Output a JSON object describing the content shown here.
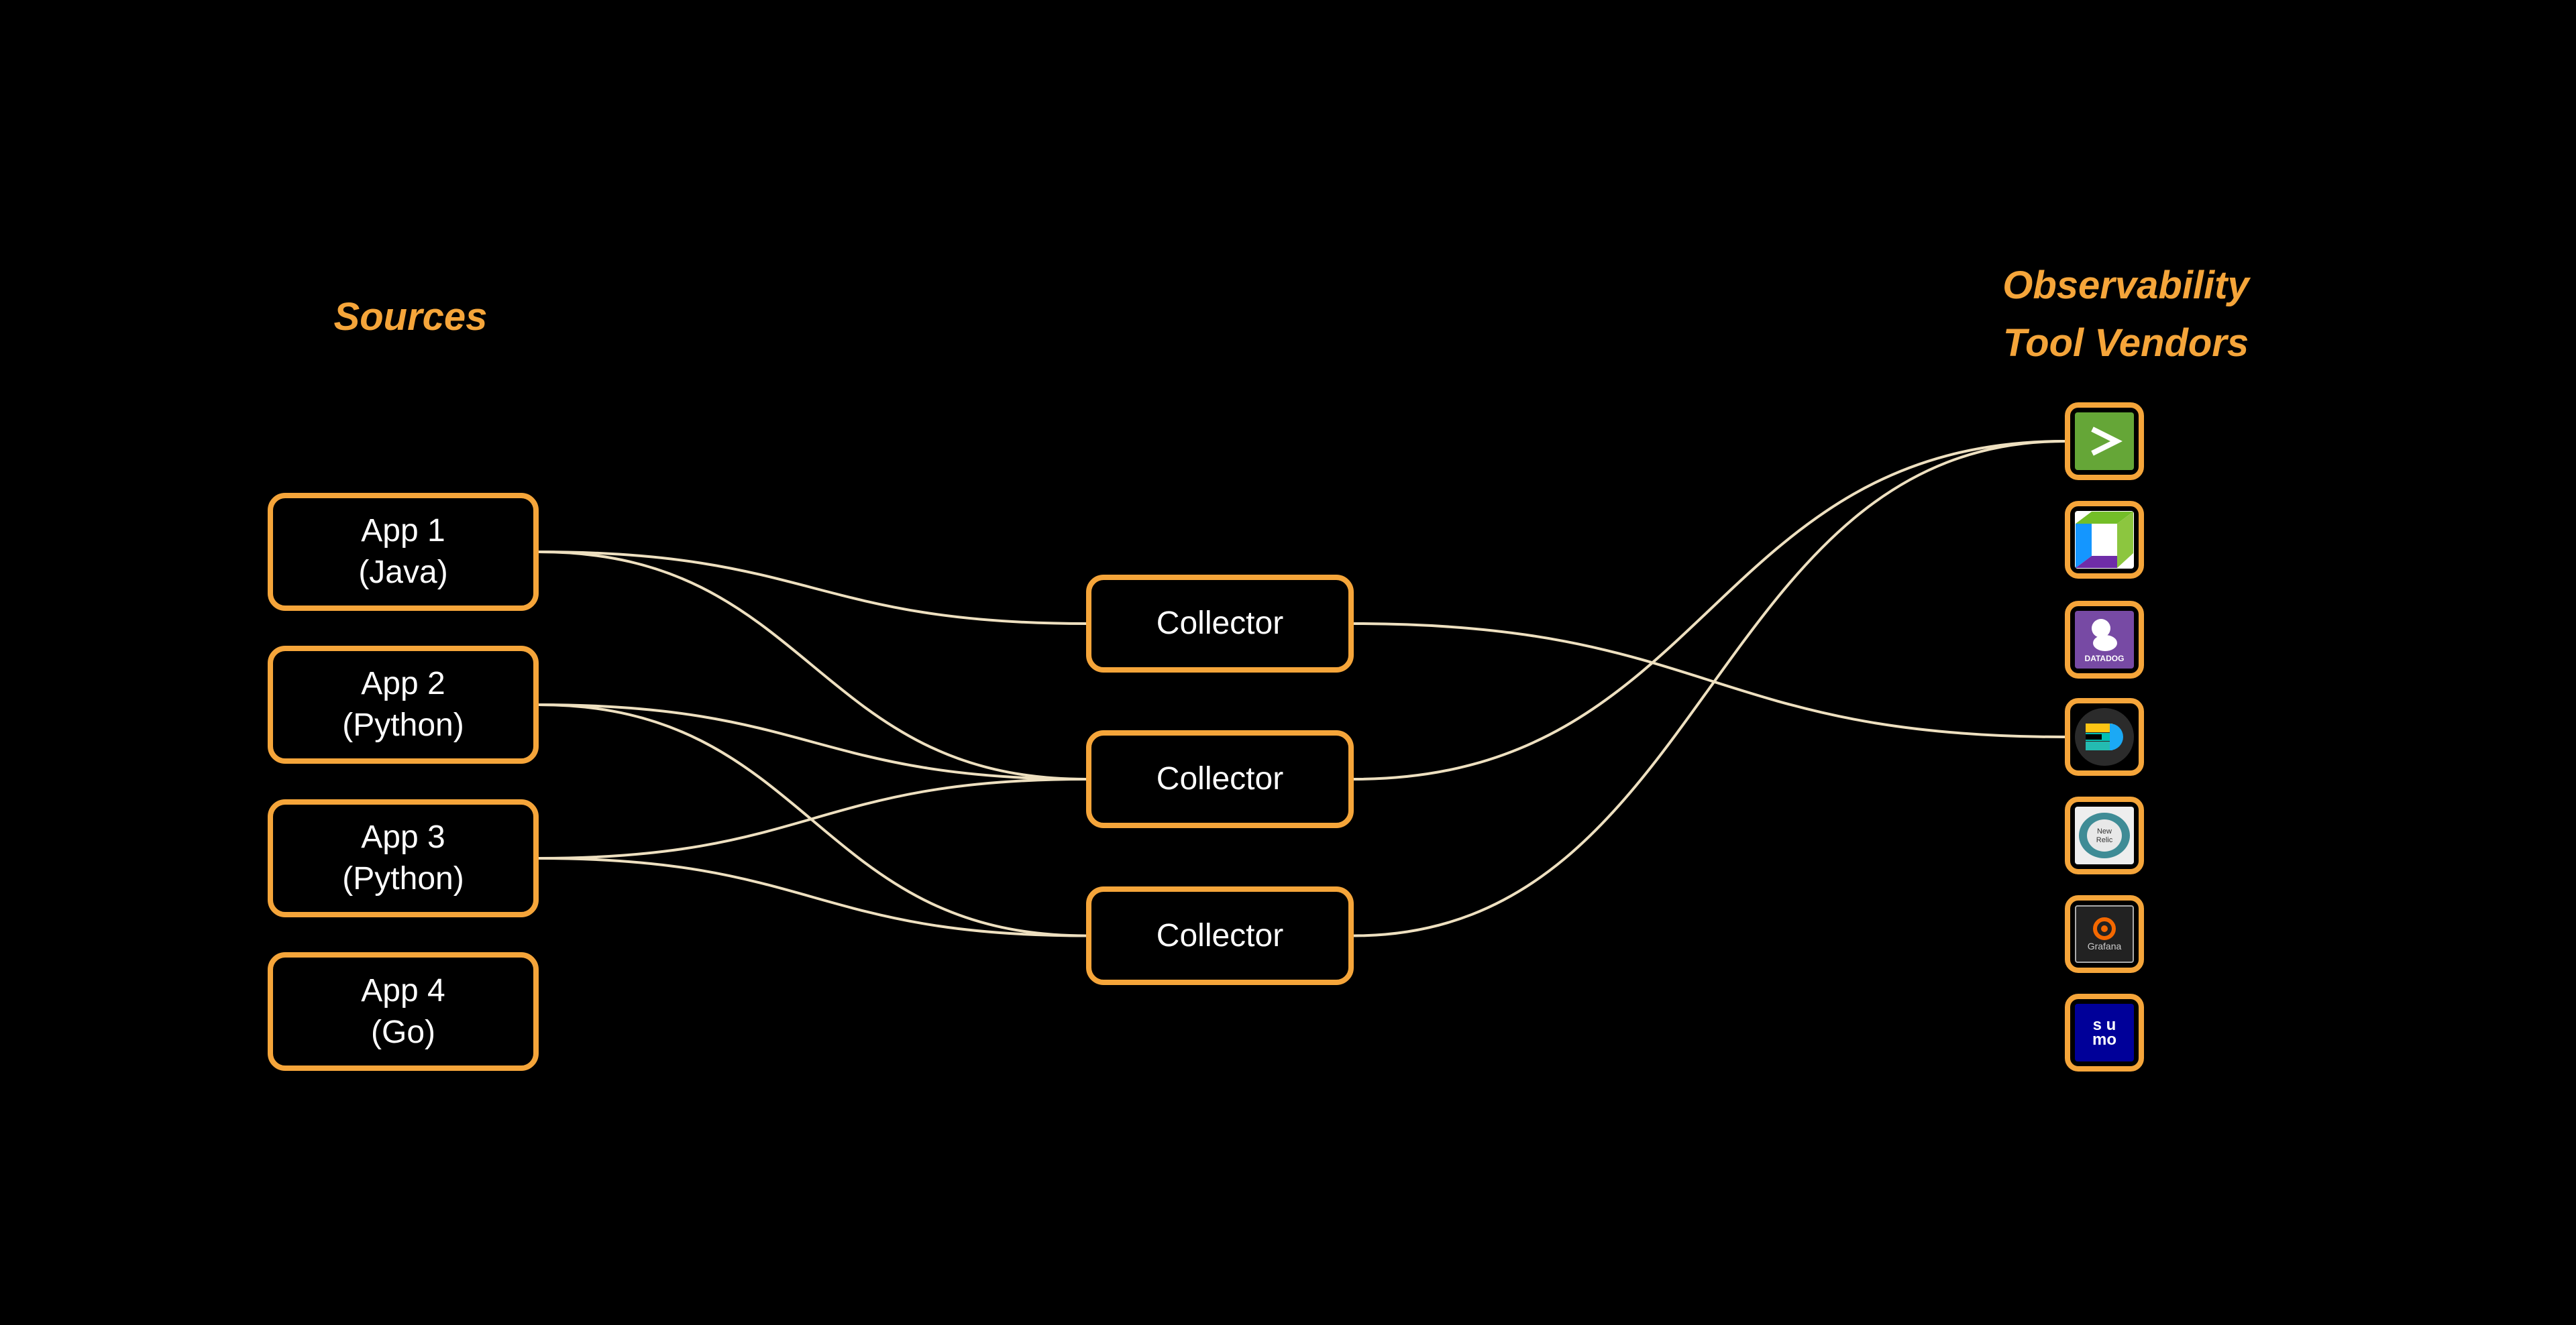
{
  "titles": {
    "sources": "Sources",
    "vendors_line1": "Observability",
    "vendors_line2": "Tool Vendors"
  },
  "apps": [
    {
      "id": "app1",
      "name": "App 1",
      "lang": "(Java)"
    },
    {
      "id": "app2",
      "name": "App 2",
      "lang": "(Python)"
    },
    {
      "id": "app3",
      "name": "App 3",
      "lang": "(Python)"
    },
    {
      "id": "app4",
      "name": "App 4",
      "lang": "(Go)"
    }
  ],
  "collectors": [
    {
      "id": "c1",
      "label": "Collector"
    },
    {
      "id": "c2",
      "label": "Collector"
    },
    {
      "id": "c3",
      "label": "Collector"
    }
  ],
  "vendors": [
    {
      "id": "splunk",
      "logo": "splunk-logo"
    },
    {
      "id": "dynatrace",
      "logo": "dynatrace-logo"
    },
    {
      "id": "datadog",
      "logo": "datadog-logo",
      "logo_text": "DATADOG"
    },
    {
      "id": "elastic",
      "logo": "elastic-logo"
    },
    {
      "id": "newrelic",
      "logo": "new-relic-logo",
      "logo_text": "New Relic"
    },
    {
      "id": "grafana",
      "logo": "grafana-logo",
      "logo_text": "Grafana"
    },
    {
      "id": "sumo",
      "logo": "sumo-logic-logo",
      "logo_text": "sumo"
    }
  ],
  "edges": [
    [
      "app1",
      "c1"
    ],
    [
      "app1",
      "c2"
    ],
    [
      "app2",
      "c2"
    ],
    [
      "app2",
      "c3"
    ],
    [
      "app3",
      "c2"
    ],
    [
      "app3",
      "c3"
    ],
    [
      "c1",
      "elastic"
    ],
    [
      "c2",
      "splunk"
    ],
    [
      "c3",
      "splunk"
    ]
  ],
  "colors": {
    "accent": "#F5A53A",
    "wire": "#EEE0C0"
  }
}
